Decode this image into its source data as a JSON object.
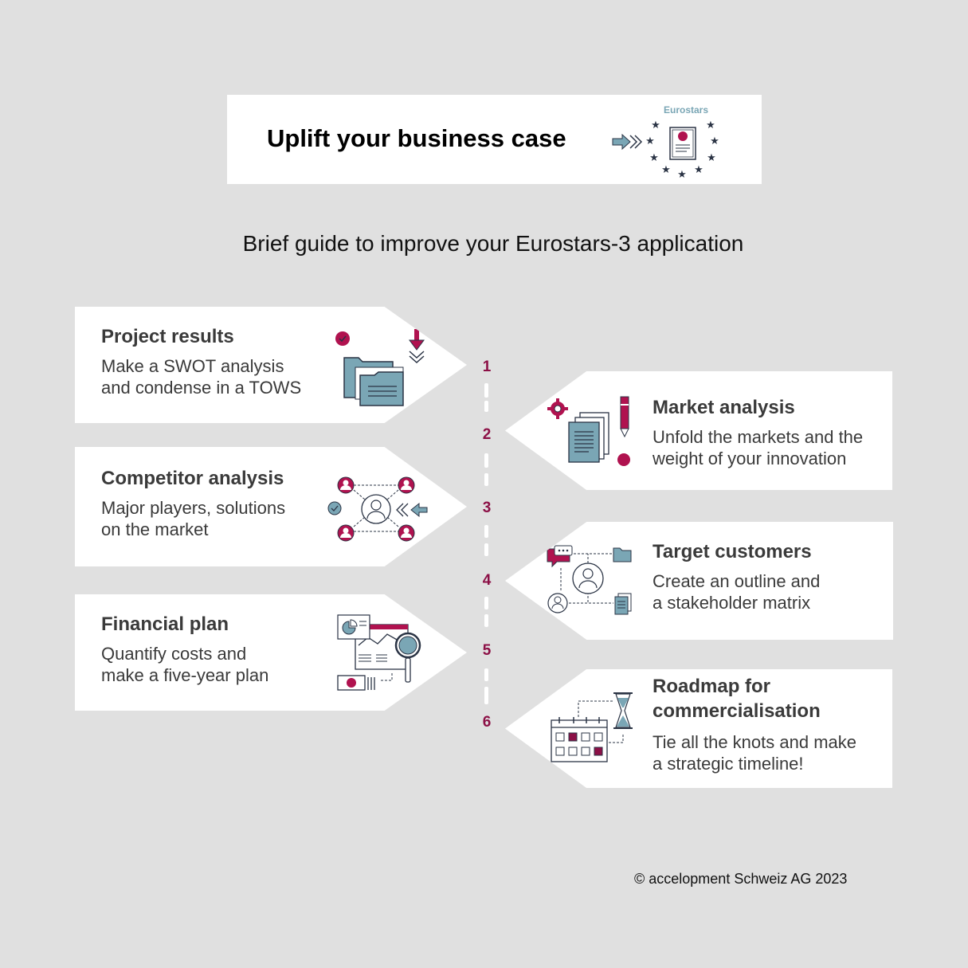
{
  "header": {
    "title": "Uplift your business case",
    "logo_text": "Eurostars"
  },
  "subtitle": "Brief guide to improve your Eurostars-3 application",
  "steps": [
    {
      "number": "1",
      "title": "Project results",
      "text_line1": "Make a SWOT analysis",
      "text_line2": "and condense in a TOWS",
      "icon": "folders-icon"
    },
    {
      "number": "2",
      "title": "Market analysis",
      "text_line1": "Unfold the markets and the",
      "text_line2": "weight of your innovation",
      "icon": "documents-pen-icon"
    },
    {
      "number": "3",
      "title": "Competitor analysis",
      "text_line1": "Major players, solutions",
      "text_line2": "on the market",
      "icon": "network-people-icon"
    },
    {
      "number": "4",
      "title": "Target customers",
      "text_line1": "Create an outline and",
      "text_line2": "a stakeholder matrix",
      "icon": "stakeholder-map-icon"
    },
    {
      "number": "5",
      "title": "Financial plan",
      "text_line1": "Quantify costs and",
      "text_line2": "make a five-year plan",
      "icon": "financial-report-icon"
    },
    {
      "number": "6",
      "title_line1": "Roadmap for",
      "title_line2": "commercialisation",
      "text_line1": "Tie all the knots and make",
      "text_line2": "a strategic timeline!",
      "icon": "calendar-hourglass-icon"
    }
  ],
  "footer": "© accelopment Schweiz AG 2023",
  "colors": {
    "background": "#e0e0e0",
    "accent": "#8c1046",
    "teal": "#7aa6b5",
    "dark": "#2b3445"
  }
}
